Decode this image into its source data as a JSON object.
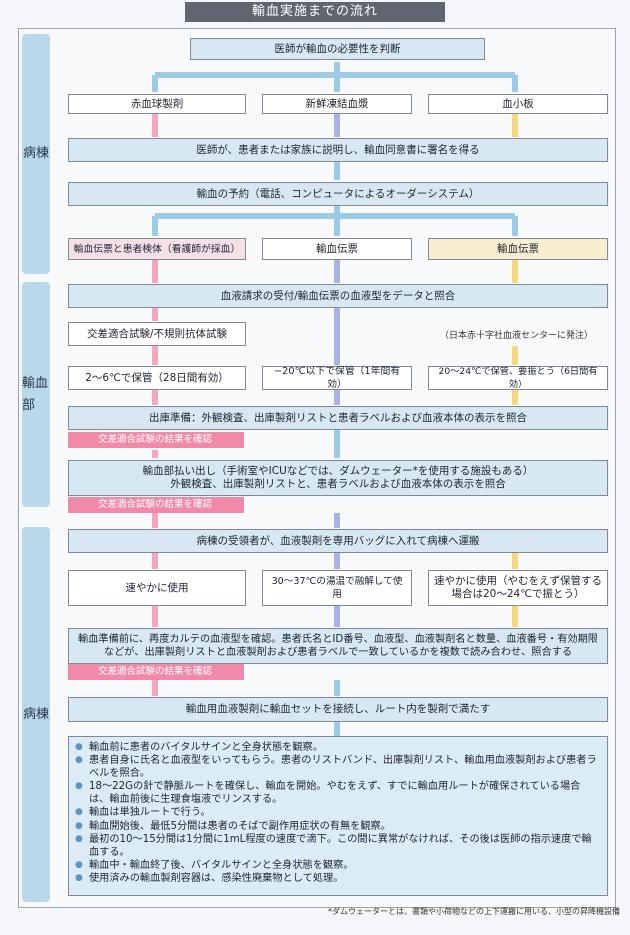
{
  "title": "輸血実施までの流れ",
  "sections": {
    "ward_top": "病棟",
    "blood_dept": "輸血部",
    "ward_bottom": "病棟"
  },
  "steps": {
    "judge": "医師が輸血の必要性を判断",
    "products": [
      "赤血球製剤",
      "新鮮凍結血漿",
      "血小板"
    ],
    "consent": "医師が、患者または家族に説明し、輸血同意書に署名を得る",
    "reservation": "輸血の予約（電話、コンピュータによるオーダーシステム）",
    "slips": [
      "輸血伝票と患者検体（看護師が採血）",
      "輸血伝票",
      "輸血伝票"
    ],
    "receive": "血液請求の受付/輸血伝票の血液型をデータと照合",
    "crossmatch": "交差適合試験/不規則抗体試験",
    "red_cross_order": "（日本赤十字社血液センターに発注）",
    "storage": [
      "2～6℃で保管（28日間有効）",
      "−20℃以下で保管（1年間有効）",
      "20～24℃で保管、要振とう（6日間有効）"
    ],
    "dispatch_prep": "出庫準備：外観検査、出庫製剤リストと患者ラベルおよび血液本体の表示を照合",
    "crossmatch_confirm": "交差適合試験の結果を確認",
    "pickup_line1": "輸血部払い出し（手術室やICUなどでは、ダムウェーター*を使用する施設もある）",
    "pickup_line2": "外観検査、出庫製剤リストと、患者ラベルおよび血液本体の表示を照合",
    "transport": "病棟の受領者が、血液製剤を専用バッグに入れて病棟へ運搬",
    "use": [
      "速やかに使用",
      "30～37℃の湯温で融解して使用",
      "速やかに使用（やむをえず保管する場合は20～24℃で振とう）"
    ],
    "pretransfusion": "輸血準備前に、再度カルテの血液型を確認。患者氏名とID番号、血液型、血液製剤名と数量、血液番号・有効期限などが、出庫製剤リストと血液製剤および患者ラベルで一致しているかを複数で読み合わせ、照合する",
    "connect": "輸血用血液製剤に輸血セットを接続し、ルート内を製剤で満たす"
  },
  "bullets": [
    "輸血前に患者のバイタルサインと全身状態を観察。",
    "患者自身に氏名と血液型をいってもらう。患者のリストバンド、出庫製剤リスト、輸血用血液製剤および患者ラベルを照合。",
    "18～22Gの針で静脈ルートを確保し、輸血を開始。やむをえず、すでに輸血用ルートが確保されている場合は、輸血前後に生理食塩液でリンスする。",
    "輸血は単独ルートで行う。",
    "輸血開始後、最低5分間は患者のそばで副作用症状の有無を観察。",
    "最初の10～15分間は1分間に1mL程度の速度で滴下。この間に異常がなければ、その後は医師の指示速度で輸血する。",
    "輸血中・輸血終了後、バイタルサインと全身状態を観察。",
    "使用済みの輸血製剤容器は、感染性廃棄物として処理。"
  ],
  "footnote": "*ダムウェーターとは、書類や小荷物などの上下運搬に用いる、小型の昇降機設備",
  "colors": {
    "pink": "#f08aa8",
    "blue": "#8fbfe0",
    "yellow": "#f2cf6a",
    "purple": "#9aa6e0"
  }
}
